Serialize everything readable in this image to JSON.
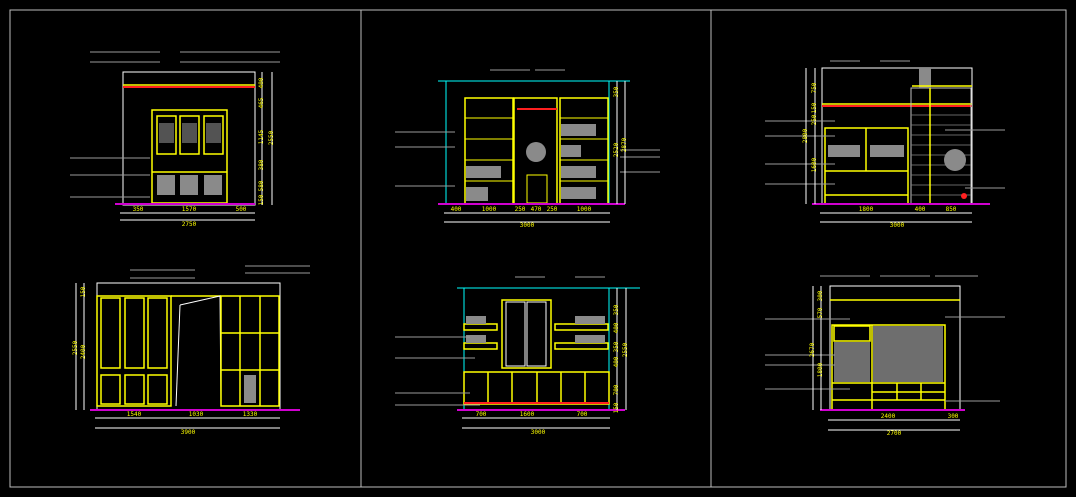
{
  "colors": {
    "background": "#000000",
    "outline": "#ffffff",
    "furniture": "#ffff00",
    "ceiling_line": "#ff2020",
    "floor_line": "#d000d0",
    "top_line": "#00ffff",
    "hatch": "#8a8a8a"
  },
  "panels": [
    {
      "bottom_dims": [
        "350",
        "1570",
        "500"
      ],
      "total": "2750",
      "vertical_dims": [
        "400",
        "465",
        "1145",
        "380",
        "580",
        "150"
      ],
      "vertical_total": "2550"
    },
    {
      "bottom_dims": [
        "400",
        "1000",
        "250",
        "470",
        "250",
        "1000"
      ],
      "total": "3000",
      "vertical_dims": [
        "350",
        "2520"
      ],
      "vertical_total": "2870"
    },
    {
      "bottom_dims": [
        "1800",
        "400",
        "850"
      ],
      "total": "3000",
      "vertical_dims": [
        "750",
        "150",
        "250",
        "1600"
      ],
      "vertical_total": "2800"
    },
    {
      "bottom_dims": [
        "1540",
        "1030",
        "1330"
      ],
      "total": "3900",
      "vertical_dims": [
        "150",
        "2400"
      ],
      "vertical_total": "2550"
    },
    {
      "bottom_dims": [
        "700",
        "1600",
        "700"
      ],
      "total": "3000",
      "vertical_dims": [
        "350",
        "400",
        "350",
        "400",
        "700",
        "150"
      ],
      "vertical_total": "2550"
    },
    {
      "bottom_dims": [
        "2400",
        "300"
      ],
      "total": "2700",
      "vertical_dims": [
        "300",
        "570",
        "1800"
      ],
      "vertical_total": "2670"
    }
  ]
}
